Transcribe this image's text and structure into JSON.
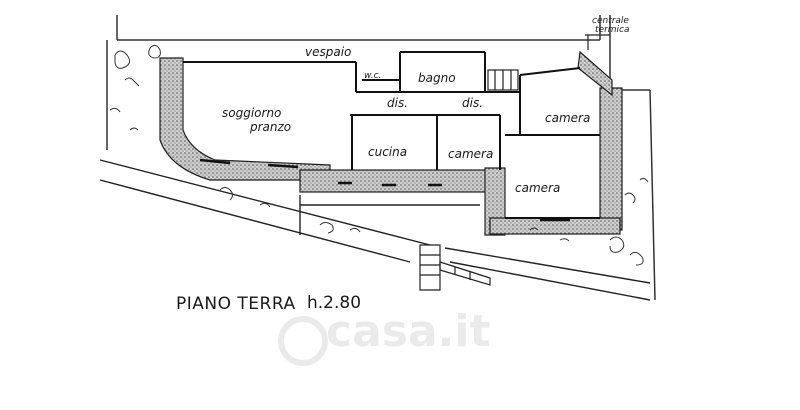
{
  "plan": {
    "title": "PIANO TERRA",
    "height_label": "h.2.80",
    "rooms": {
      "vespaio": "vespaio",
      "wc": "w.c.",
      "bagno": "bagno",
      "dis1": "dis.",
      "dis2": "dis.",
      "soggiorno": "soggiorno",
      "pranzo": "pranzo",
      "cucina": "cucina",
      "camera1": "camera",
      "camera2": "camera",
      "camera3": "camera"
    },
    "centrale_line1": "centrale",
    "centrale_line2": "termica"
  },
  "watermark": {
    "text": "casa.it"
  }
}
